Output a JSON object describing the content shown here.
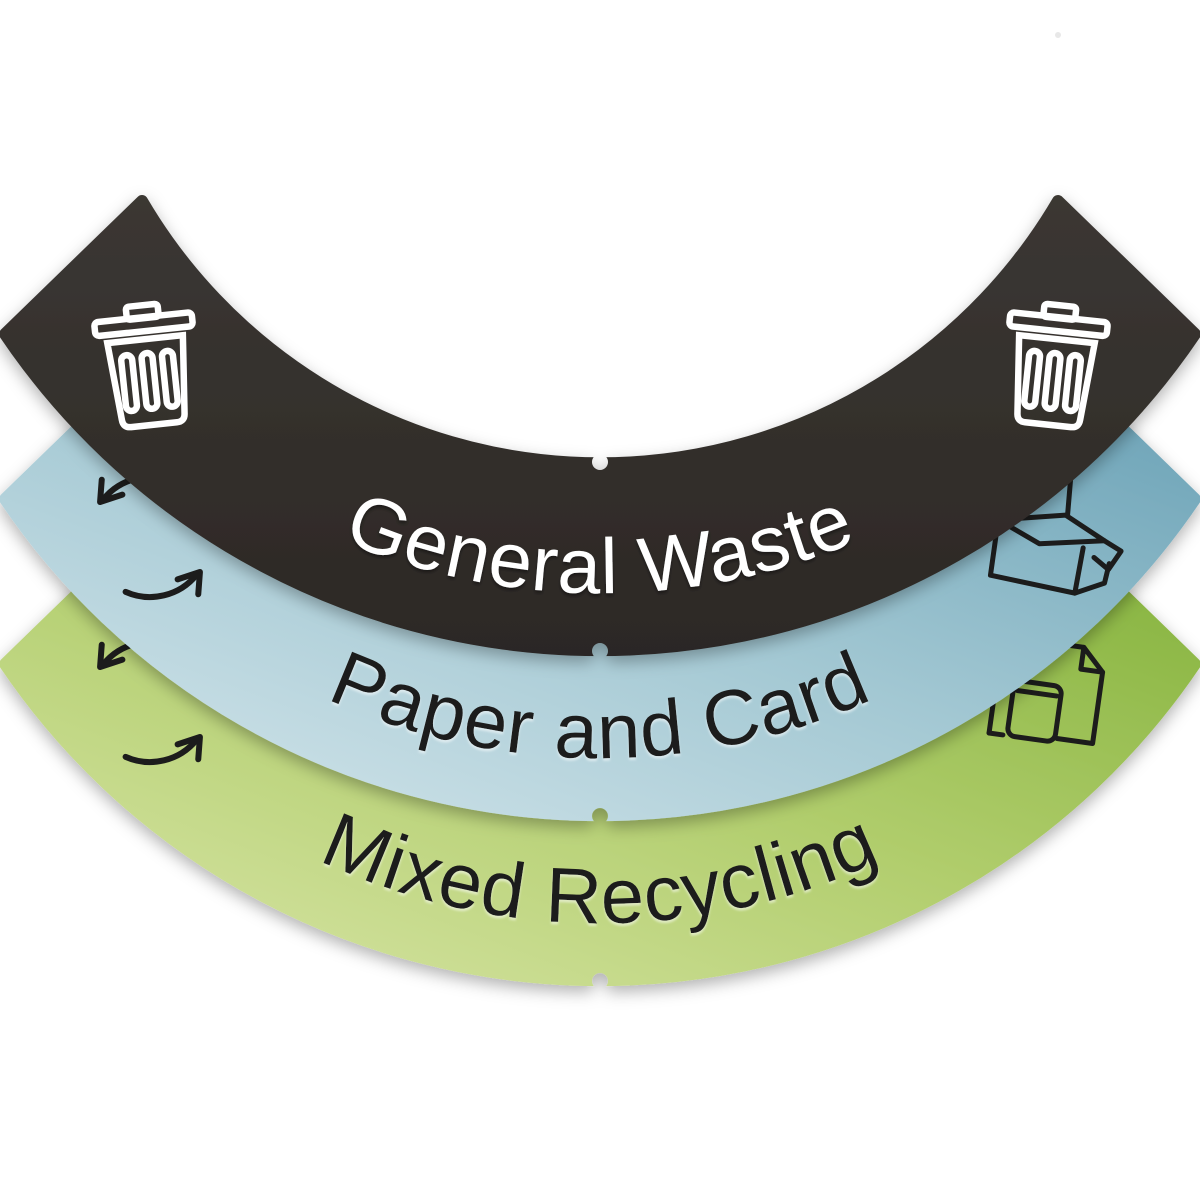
{
  "page": {
    "background": "#ffffff",
    "description_labels": [
      "General Waste",
      "Paper and Card",
      "Mixed Recycling"
    ]
  },
  "bands": [
    {
      "id": "general-waste",
      "label": "General Waste",
      "text_color": "#ffffff",
      "icon_color": "#ffffff",
      "colors": {
        "start": "#3b3733",
        "end": "#2c2825"
      },
      "icons": {
        "left": "trash-icon",
        "right": "trash-icon"
      }
    },
    {
      "id": "paper-and-card",
      "label": "Paper and Card",
      "text_color": "#1d1d1b",
      "icon_color": "#1d1d1b",
      "colors": {
        "start": "#d8e8ed",
        "mid": "#a3c8d3",
        "end": "#669fb4"
      },
      "icons": {
        "left": "recycle-arrows-icon",
        "right": "cardboard-box-icon"
      }
    },
    {
      "id": "mixed-recycling",
      "label": "Mixed Recycling",
      "text_color": "#1d1d1b",
      "icon_color": "#1d1d1b",
      "colors": {
        "start": "#dbe7ab",
        "mid": "#b2ce6e",
        "end": "#82b13a"
      },
      "icons": {
        "left": "recycle-arrows-icon",
        "right": "mixed-recyclables-icon"
      }
    }
  ]
}
